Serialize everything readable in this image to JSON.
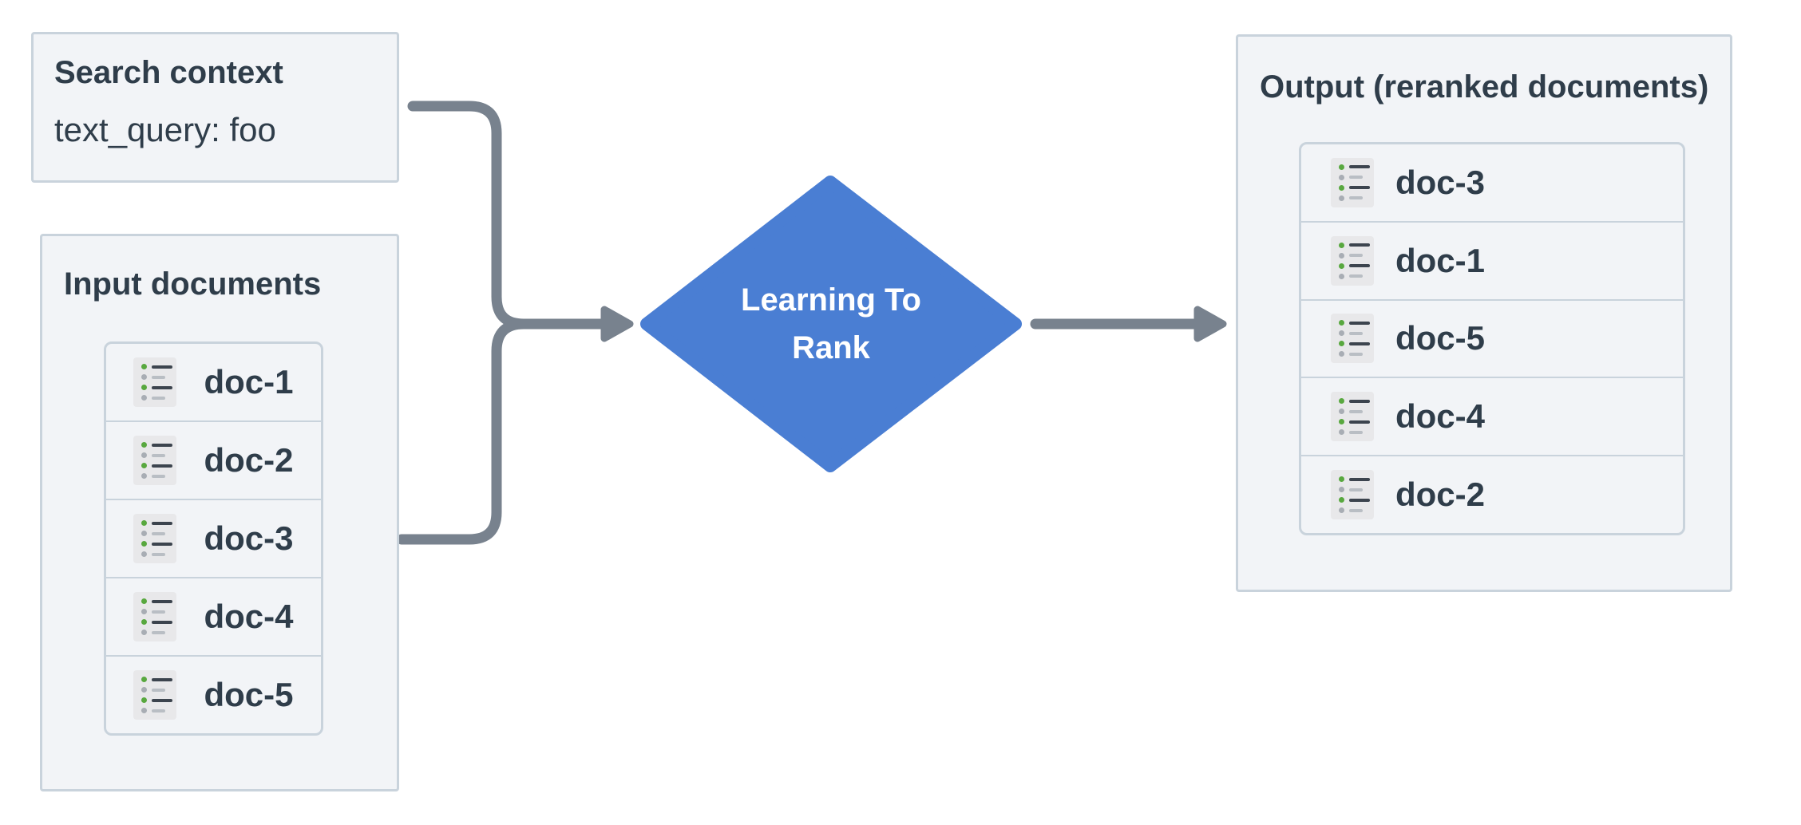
{
  "colors": {
    "accent_blue": "#4a7ed3",
    "connector_gray": "#78828e",
    "box_bg": "#f2f4f7",
    "box_border": "#c9d3dc",
    "text_dark": "#2f3d4a",
    "icon_bg": "#e8e8ea",
    "icon_green": "#58a83f",
    "icon_dark_line": "#3c444e",
    "icon_gray_dot": "#a8adb4",
    "icon_gray_line": "#b9bec4",
    "diamond_text": "#ffffff"
  },
  "icons": {
    "doc_row_icon": "document-bulleted-list"
  },
  "search_context": {
    "title": "Search context",
    "query": "text_query: foo"
  },
  "input_documents": {
    "title": "Input documents",
    "docs": [
      "doc-1",
      "doc-2",
      "doc-3",
      "doc-4",
      "doc-5"
    ]
  },
  "ltr_node": {
    "label": "Learning To Rank"
  },
  "output": {
    "title": "Output (reranked documents)",
    "docs": [
      "doc-3",
      "doc-1",
      "doc-5",
      "doc-4",
      "doc-2"
    ]
  }
}
